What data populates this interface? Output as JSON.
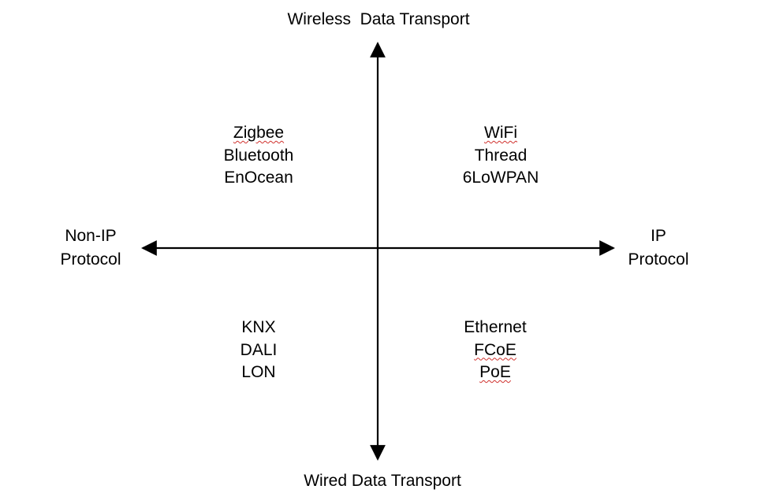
{
  "axes": {
    "top_label": "Wireless  Data Transport",
    "bottom_label": "Wired Data Transport",
    "left_label": [
      "Non-IP",
      "Protocol"
    ],
    "right_label": [
      "IP",
      "Protocol"
    ]
  },
  "quadrants": {
    "top_left": [
      "Zigbee",
      "Bluetooth",
      "EnOcean"
    ],
    "top_right": [
      "WiFi",
      "Thread",
      "6LoWPAN"
    ],
    "bottom_left": [
      "KNX",
      "DALI",
      "LON"
    ],
    "bottom_right": [
      "Ethernet",
      "FCoE",
      "PoE"
    ]
  },
  "colors": {
    "axis": "#000000",
    "text": "#000000",
    "spellcheck_underline": "#d0312d"
  }
}
